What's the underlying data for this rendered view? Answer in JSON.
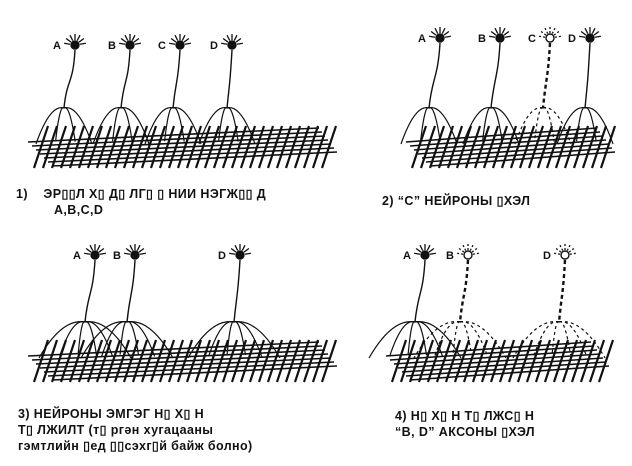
{
  "panels": [
    {
      "neuron_labels": [
        "A",
        "B",
        "C",
        "D"
      ],
      "caption_number": "1)",
      "caption_lines": [
        "ЭР▯▯Л Х▯ Д▯ ЛГ▯ ▯ НИИ НЭГЖ▯▯ Д",
        "A,B,C,D"
      ]
    },
    {
      "neuron_labels": [
        "A",
        "B",
        "C",
        "D"
      ],
      "caption_lines": [
        "2) “C” НЕЙРОНЫ ▯ХЭЛ"
      ]
    },
    {
      "neuron_labels": [
        "A",
        "B",
        "D"
      ],
      "caption_lines": [
        "3) НЕЙРОНЫ ЭМГЭГ Н▯ Х▯ Н",
        "Т▯ ЛЖИЛТ (т▯ ргəн хугацааны",
        "гэмтлийн ▯ед ▯▯сэхг▯й байж болно)"
      ]
    },
    {
      "neuron_labels": [
        "A",
        "B",
        "D"
      ],
      "caption_lines": [
        "4) Н▯ Х▯ Н Т▯ ЛЖС▯ Н",
        "“B, D” АКСОНЫ ▯ХЭЛ"
      ]
    }
  ]
}
